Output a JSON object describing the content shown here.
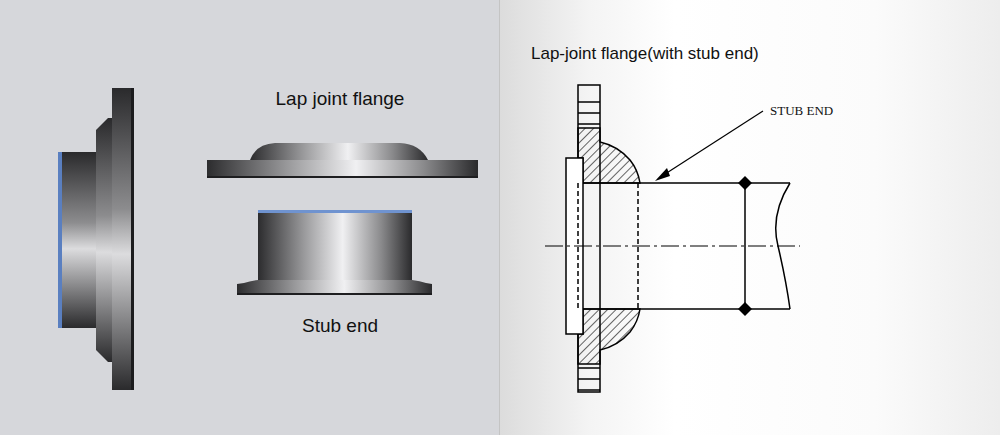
{
  "diagram": {
    "labels": [
      "Lap joint flange",
      "Stub end",
      "Lap-joint flange(with stub end)",
      "STUB END"
    ]
  }
}
